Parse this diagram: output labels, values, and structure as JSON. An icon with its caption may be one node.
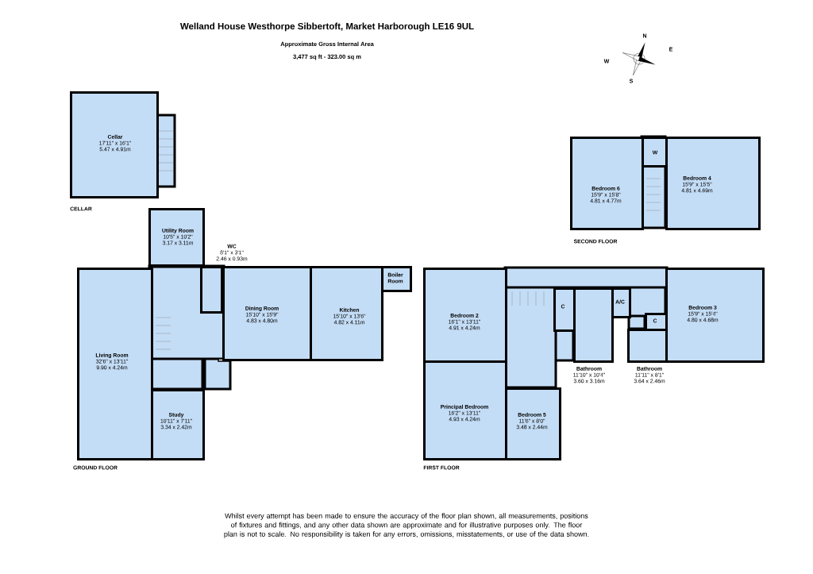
{
  "diagram": {
    "title": "Welland House Westhorpe Sibbertoft, Market Harborough LE16 9UL",
    "caption": "Whilst every attempt has been made to ensure the accuracy of the floor plan shown, all measurements, positions of fixtures and fittings, and any other data shown are approximate and for illustrative purposes only. The floor plan is not to scale. No responsibility is taken for any errors, omissions, misstatements, or use of the data shown.",
    "nodes": [
      {
        "text": [
          "Cellar",
          "17'11\" x 16'1\"",
          "5.47 x 4.91m"
        ]
      },
      {
        "text": [
          "W"
        ]
      },
      {
        "text": [
          "Bedroom 6",
          "15'9\" x 15'8\"",
          "4.81 x 4.77m"
        ]
      },
      {
        "text": [
          "Bedroom 4",
          "15'9\" x 15'5\"",
          "4.81 x 4.69m"
        ]
      },
      {
        "text": [
          "Utility Room",
          "10'5\" x 10'2\"",
          "3.17 x 3.11m"
        ]
      },
      {
        "text": [
          "WC",
          "8'1\" x 3'1\"",
          "2.46 x 0.93m"
        ]
      },
      {
        "text": [
          "Boiler Room"
        ]
      },
      {
        "text": [
          "Dining Room",
          "15'10\" x 15'9\"",
          "4.83 x 4.80m"
        ]
      },
      {
        "text": [
          "Kitchen",
          "15'10\" x 13'6\"",
          "4.82 x 4.11m"
        ]
      },
      {
        "text": [
          "Living Room",
          "32'6\" x 13'11\"",
          "9.90 x 4.24m"
        ]
      },
      {
        "text": [
          "Study",
          "10'11\" x 7'11\"",
          "3.34 x 2.42m"
        ]
      },
      {
        "text": [
          "C"
        ]
      },
      {
        "text": [
          "A/C"
        ]
      },
      {
        "text": [
          "C"
        ]
      },
      {
        "text": [
          "Bedroom 2",
          "16'1\" x 13'11\"",
          "4.91 x 4.24m"
        ]
      },
      {
        "text": [
          "Bedroom 3",
          "15'9\" x 15'4\"",
          "4.80 x 4.68m"
        ]
      },
      {
        "text": [
          "Bathroom",
          "11'10\" x 10'4\"",
          "3.60 x 3.16m"
        ]
      },
      {
        "text": [
          "Bathroom",
          "11'11\" x 8'1\"",
          "3.64 x 2.46m"
        ]
      },
      {
        "text": [
          "Principal Bedroom",
          "16'2\" x 13'11\"",
          "4.93 x 4.24m"
        ]
      },
      {
        "text": [
          "Bedroom 5",
          "11'6\" x 8'0\"",
          "3.48 x 2.44m"
        ]
      }
    ],
    "labels": [
      "Approximate Gross Internal Area",
      "3,477 sq ft - 323.00 sq m",
      "N",
      "W",
      "E",
      "S",
      "CELLAR",
      "SECOND FLOOR",
      "GROUND FLOOR",
      "FIRST FLOOR"
    ]
  }
}
